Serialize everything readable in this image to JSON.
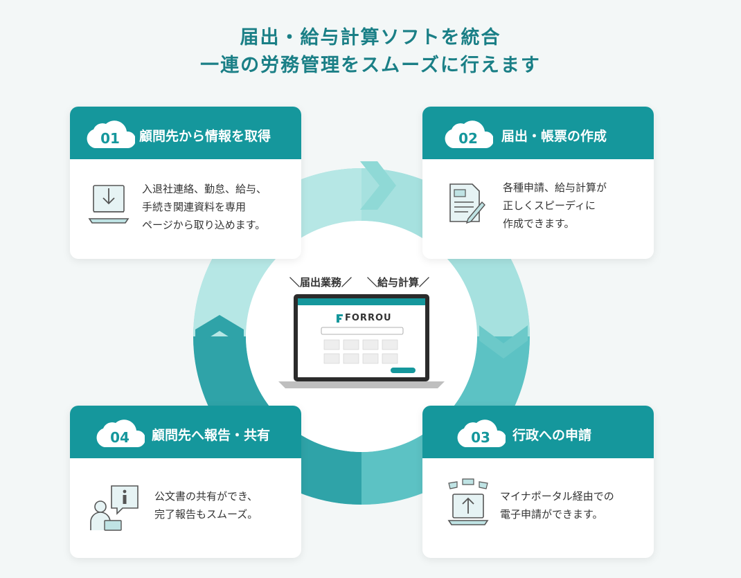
{
  "headline": {
    "line1": "届出・給与計算ソフトを統合",
    "line2": "一連の労務管理をスムーズに行えます"
  },
  "center": {
    "label_left": "＼届出業務／",
    "label_right": "＼給与計算／",
    "brand": "FORROU"
  },
  "colors": {
    "accent": "#15979c",
    "title": "#1a7f86",
    "ring_light": "#a6e1df",
    "ring_mid": "#5cc2c4",
    "ring_dark": "#2fa3a8"
  },
  "steps": [
    {
      "num": "01",
      "title": "顧問先から情報を取得",
      "icon": "laptop-download-icon",
      "lines": [
        "入退社連絡、勤怠、給与、",
        "手続き関連資料を専用",
        "ページから取り込めます。"
      ]
    },
    {
      "num": "02",
      "title": "届出・帳票の作成",
      "icon": "document-pen-icon",
      "lines": [
        "各種申請、給与計算が",
        "正しくスピーディに",
        "作成できます。"
      ]
    },
    {
      "num": "03",
      "title": "行政への申請",
      "icon": "laptop-upload-icon",
      "lines": [
        "マイナポータル経由での",
        "電子申請ができます。"
      ]
    },
    {
      "num": "04",
      "title": "顧問先へ報告・共有",
      "icon": "person-info-icon",
      "lines": [
        "公文書の共有ができ、",
        "完了報告もスムーズ。"
      ]
    }
  ]
}
